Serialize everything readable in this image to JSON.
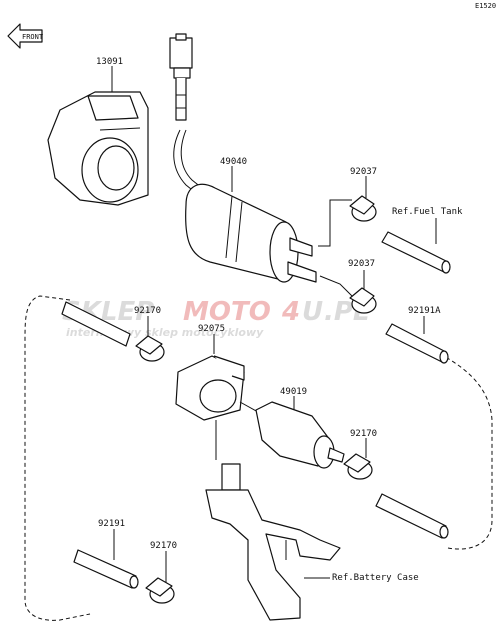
{
  "diagram_code": "E1520",
  "front_label": "FRONT",
  "parts": {
    "p13091": "13091",
    "p49040": "49040",
    "p92037a": "92037",
    "p92037b": "92037",
    "p92170a": "92170",
    "p92075": "92075",
    "p92191A": "92191A",
    "p49019": "49019",
    "p92170b": "92170",
    "p92191": "92191",
    "p92170c": "92170"
  },
  "refs": {
    "fuel_tank": "Ref.Fuel Tank",
    "battery_case": "Ref.Battery Case"
  },
  "watermark": {
    "brand_a": "SKLEP",
    "brand_b": "MOTO",
    "brand_c": "4",
    "brand_d": "U",
    "brand_e": ".PL",
    "tagline": "internetowy sklep motocyklowy"
  }
}
